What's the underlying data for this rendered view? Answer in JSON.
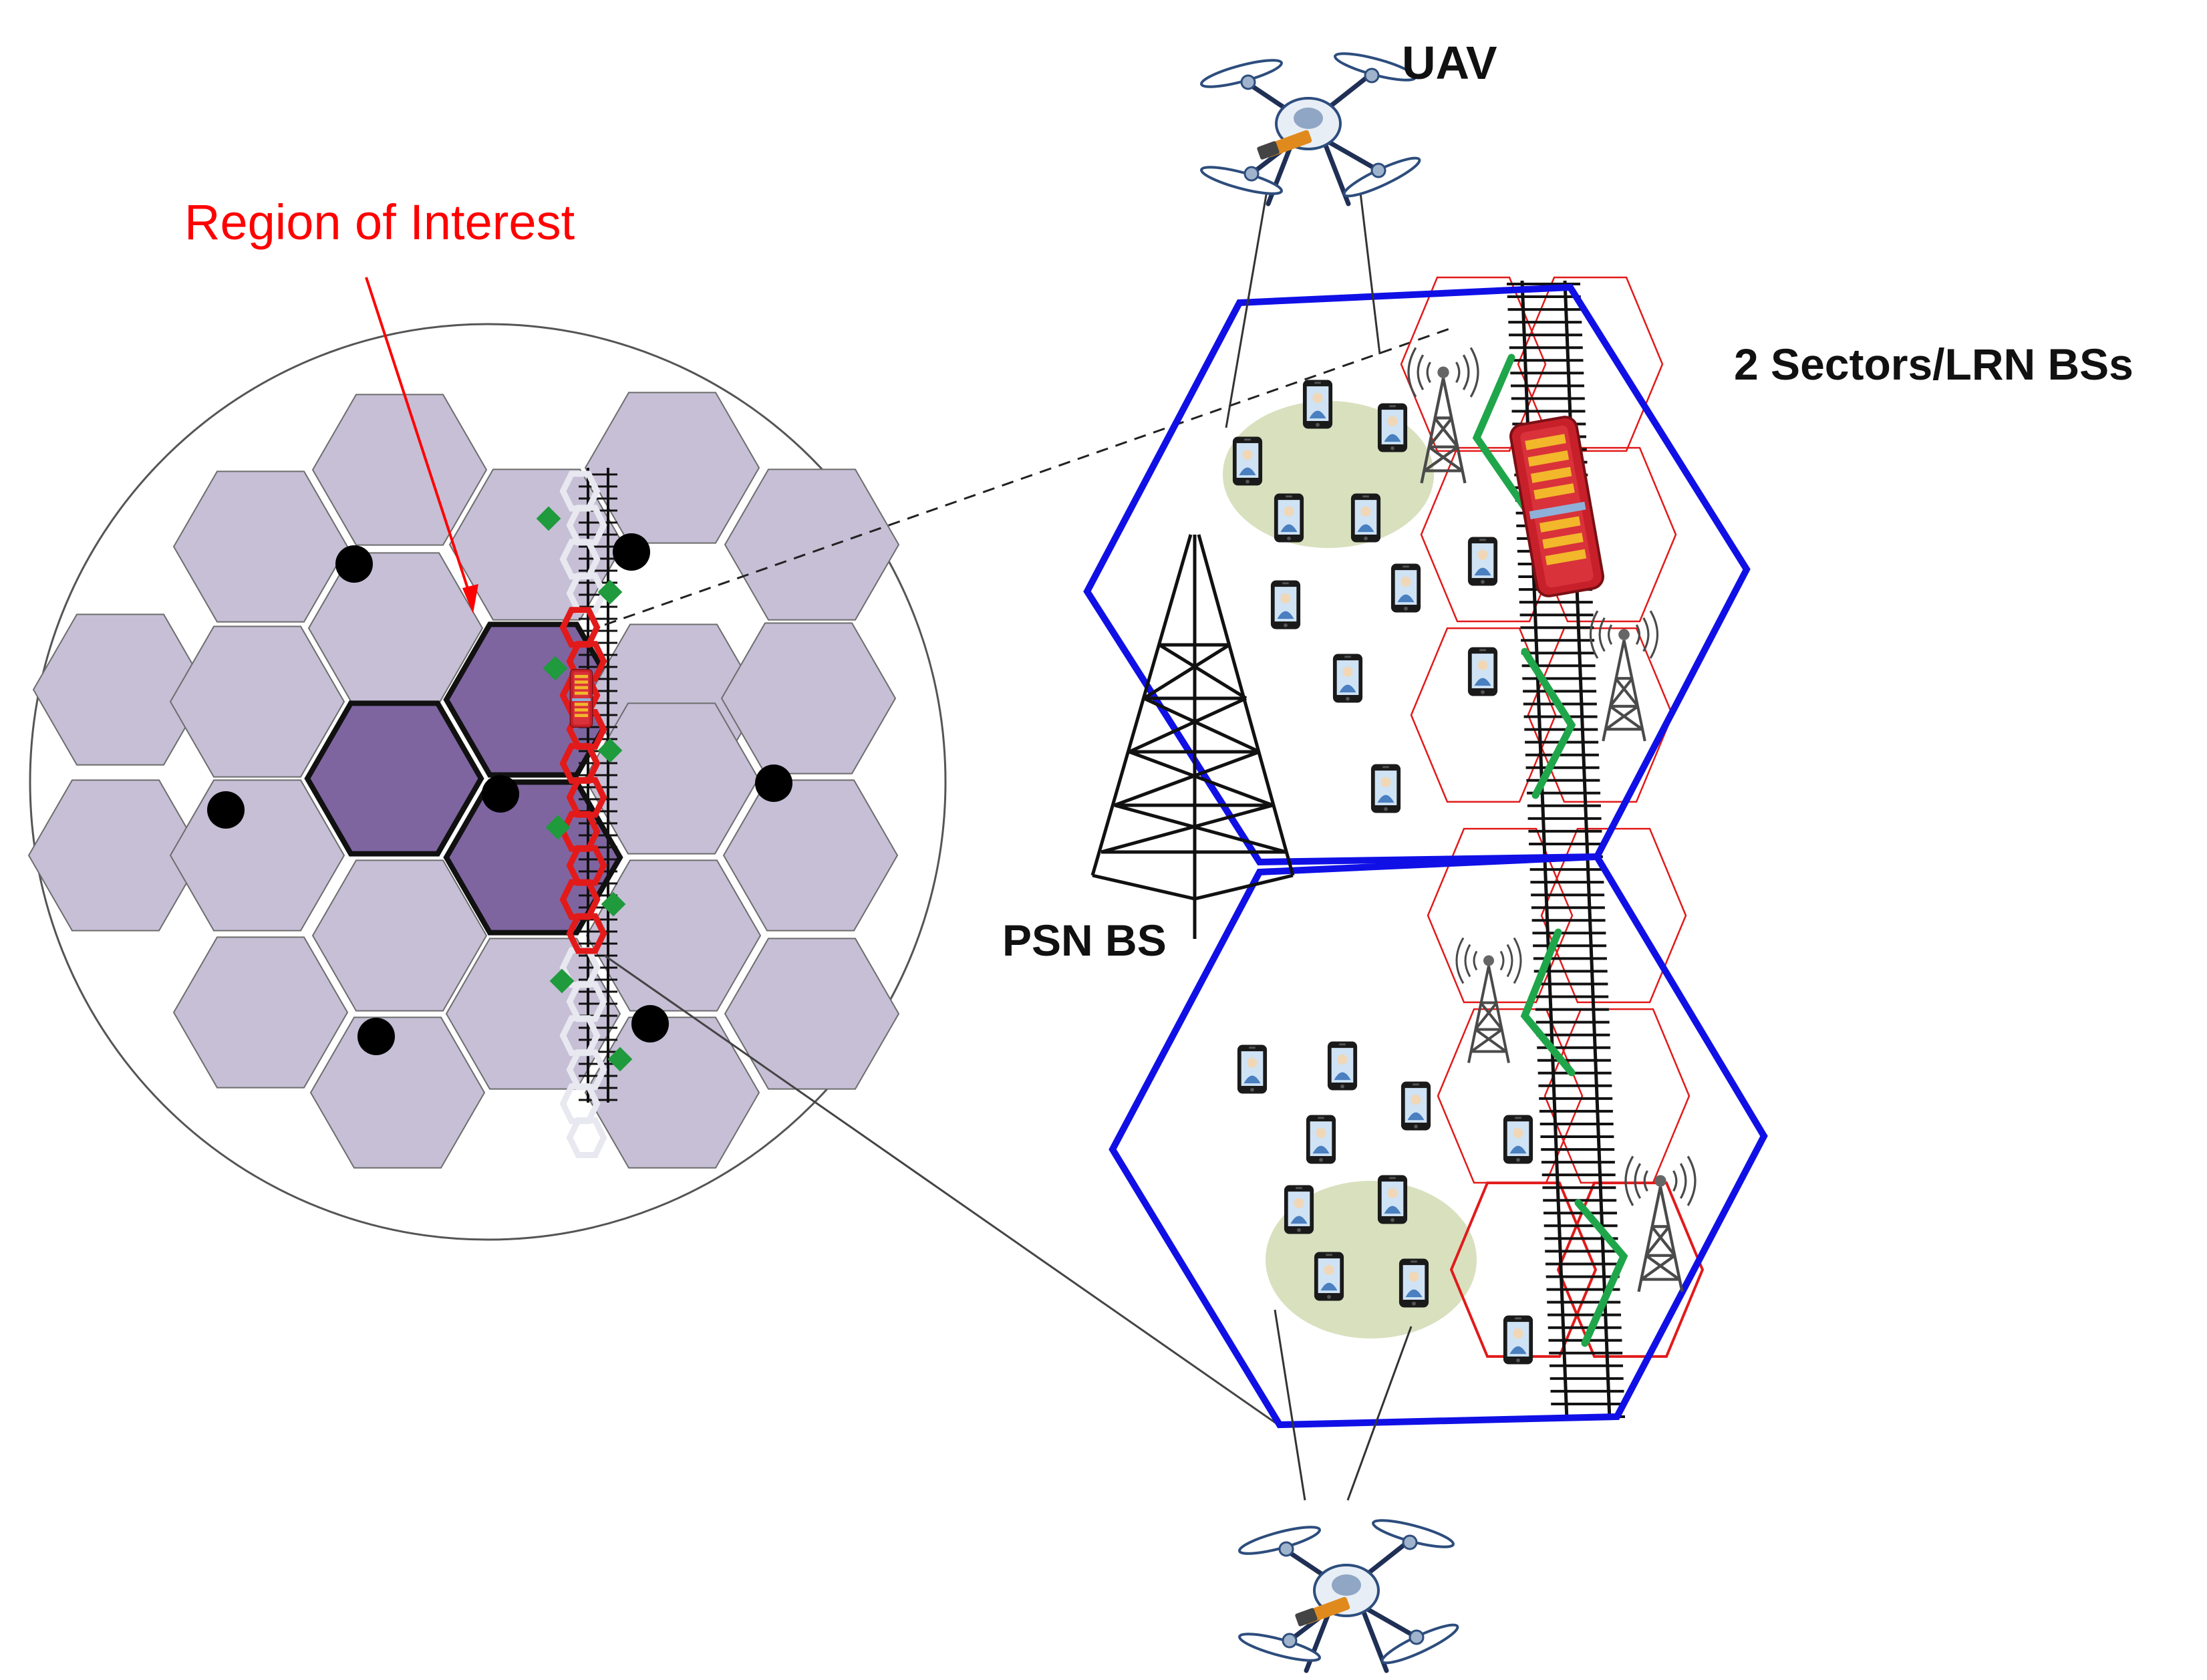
{
  "labels": {
    "region_of_interest": "Region of Interest",
    "uav": "UAV",
    "sectors": "2 Sectors/LRN BSs",
    "psn_bs": "PSN BS"
  },
  "colors": {
    "hex_light": "#c6bfd6",
    "hex_dark": "#7e65a0",
    "hex_stroke": "#6d6d6d",
    "macro_blue": "#1010e6",
    "lrn_red": "#e21a1a",
    "annotation_red": "#ff0000",
    "sector_green": "#1fa64a",
    "relay_green": "#1f9a3c",
    "ellipse_green": "#d8e0be",
    "track": "#111111",
    "train_red": "#c8202a"
  },
  "icons": [
    "drone-icon",
    "cell-tower-icon",
    "lattice-tower-icon",
    "phone-icon",
    "train-icon"
  ]
}
